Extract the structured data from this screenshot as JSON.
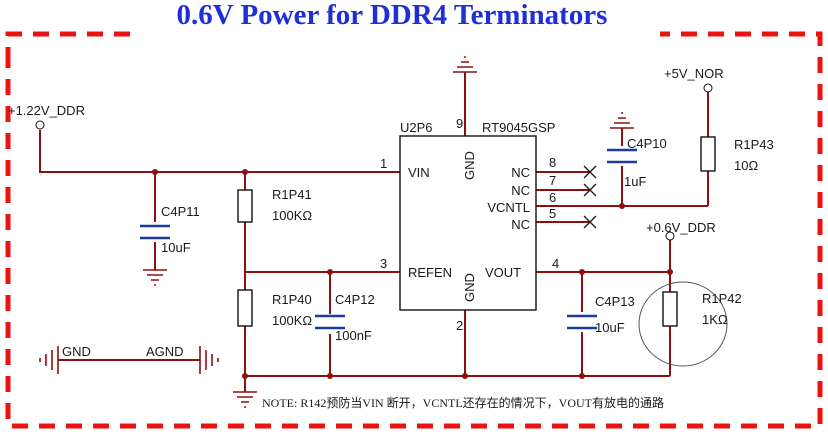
{
  "title": "0.6V Power for DDR4 Terminators",
  "nets": {
    "vin": "+1.22V_DDR",
    "vnor": "+5V_NOR",
    "vout": "+0.6V_DDR",
    "gnd": "GND",
    "agnd": "AGND"
  },
  "ic": {
    "ref": "U2P6",
    "part": "RT9045GSP",
    "pins": {
      "p1": "1",
      "p3": "3",
      "p4": "4",
      "p2": "2",
      "p9": "9",
      "p8": "8",
      "p7": "7",
      "p6": "6",
      "p5": "5"
    },
    "pin_names": {
      "vin": "VIN",
      "refen": "REFEN",
      "vout": "VOUT",
      "gnd_top": "GND",
      "gnd_bot": "GND",
      "nc1": "NC",
      "nc2": "NC",
      "vcntl": "VCNTL",
      "nc3": "NC"
    }
  },
  "components": {
    "c4p11": {
      "ref": "C4P11",
      "value": "10uF"
    },
    "r1p41": {
      "ref": "R1P41",
      "value": "100KΩ"
    },
    "r1p40": {
      "ref": "R1P40",
      "value": "100KΩ"
    },
    "c4p12": {
      "ref": "C4P12",
      "value": "100nF"
    },
    "c4p10": {
      "ref": "C4P10",
      "value": "1uF"
    },
    "r1p43": {
      "ref": "R1P43",
      "value": "10Ω"
    },
    "c4p13": {
      "ref": "C4P13",
      "value": "10uF"
    },
    "r1p42": {
      "ref": "R1P42",
      "value": "1KΩ"
    }
  },
  "note": "NOTE: R142预防当VIN 断开，VCNTL还存在的情况下，VOUT有放电的通路"
}
